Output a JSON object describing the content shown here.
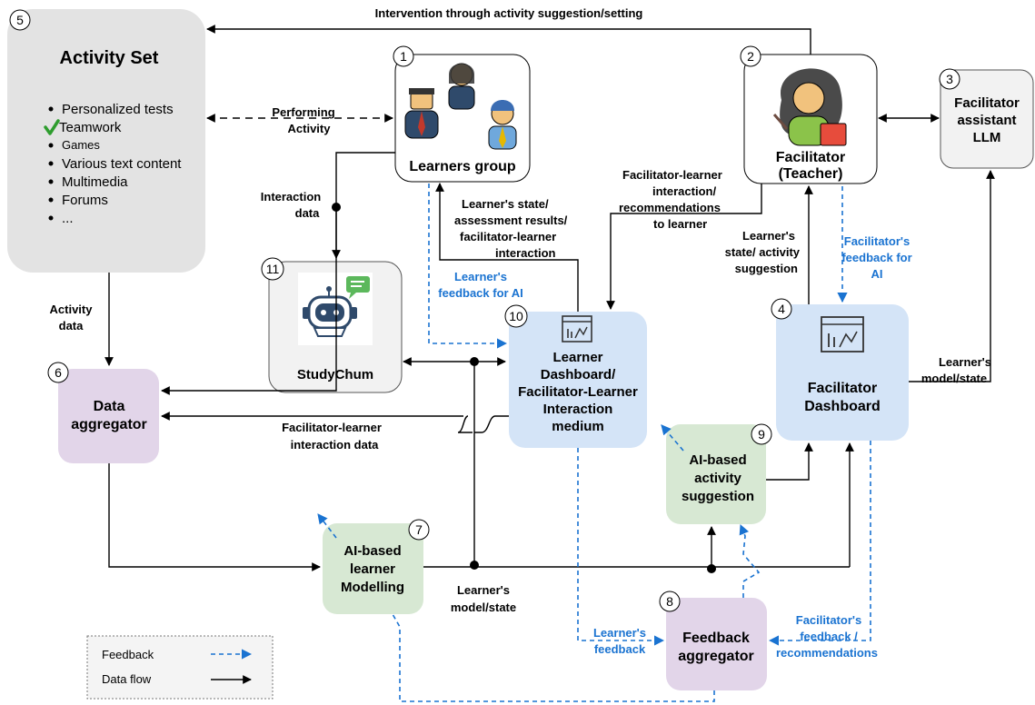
{
  "top_label": "Intervention through activity suggestion/setting",
  "nodes": {
    "activity_set": {
      "number": "5",
      "title": "Activity Set",
      "items": [
        "Personalized tests",
        "Teamwork",
        "Games",
        "Various text content",
        "Multimedia",
        "Forums",
        "..."
      ]
    },
    "learners_group": {
      "number": "1",
      "label": "Learners group"
    },
    "facilitator": {
      "number": "2",
      "label_line1": "Facilitator",
      "label_line2": "(Teacher)"
    },
    "assistant_llm": {
      "number": "3",
      "line1": "Facilitator",
      "line2": "assistant",
      "line3": "LLM"
    },
    "facilitator_dashboard": {
      "number": "4",
      "line1": "Facilitator",
      "line2": "Dashboard"
    },
    "data_aggregator": {
      "number": "6",
      "line1": "Data",
      "line2": "aggregator"
    },
    "learner_modelling": {
      "number": "7",
      "line1": "AI-based",
      "line2": "learner",
      "line3": "Modelling"
    },
    "feedback_aggregator": {
      "number": "8",
      "line1": "Feedback",
      "line2": "aggregator"
    },
    "activity_suggestion": {
      "number": "9",
      "line1": "AI-based",
      "line2": "activity",
      "line3": "suggestion"
    },
    "learner_dashboard": {
      "number": "10",
      "line1": "Learner",
      "line2": "Dashboard/",
      "line3": "Facilitator-Learner",
      "line4": "Interaction",
      "line5": "medium"
    },
    "studychum": {
      "number": "11",
      "label": "StudyChum"
    }
  },
  "edge_labels": {
    "performing_activity_1": "Performing",
    "performing_activity_2": "Activity",
    "interaction_data_1": "Interaction",
    "interaction_data_2": "data",
    "activity_data_1": "Activity",
    "activity_data_2": "data",
    "learner_state_1": "Learner's state/",
    "learner_state_2": "assessment results/",
    "learner_state_3": "facilitator-learner",
    "learner_state_4": "interaction",
    "fl_interaction_1": "Facilitator-learner",
    "fl_interaction_2": "interaction/",
    "fl_interaction_3": "recommendations",
    "fl_interaction_4": "to learner",
    "state_suggestion_1": "Learner's",
    "state_suggestion_2": "state/ activity",
    "state_suggestion_3": "suggestion",
    "fac_feedback_ai_1": "Facilitator's",
    "fac_feedback_ai_2": "feedback for",
    "fac_feedback_ai_3": "AI",
    "learner_feedback_ai_1": "Learner's",
    "learner_feedback_ai_2": "feedback for AI",
    "model_state_right_1": "Learner's",
    "model_state_right_2": "model/state",
    "fl_interaction_data_1": "Facilitator-learner",
    "fl_interaction_data_2": "interaction data",
    "model_state_bottom_1": "Learner's",
    "model_state_bottom_2": "model/state",
    "learner_feedback_1": "Learner's",
    "learner_feedback_2": "feedback",
    "fac_feedback_rec_1": "Facilitator's",
    "fac_feedback_rec_2": "feedback /",
    "fac_feedback_rec_3": "recommendations"
  },
  "legend": {
    "feedback": "Feedback",
    "data_flow": "Data flow"
  },
  "colors": {
    "gray_box": "#e3e3e3",
    "light_gray_box": "#f2f2f2",
    "blue_box": "#d4e4f7",
    "purple_box": "#e2d5e9",
    "green_box": "#d7e8d3",
    "feedback_arrow": "#1a73d1",
    "data_flow_arrow": "#000000",
    "check_mark": "#2e9d2e"
  },
  "icons": [
    "learners-group-icon",
    "teacher-icon",
    "chatbot-robot-icon",
    "dashboard-chart-icon",
    "check-mark-icon"
  ]
}
